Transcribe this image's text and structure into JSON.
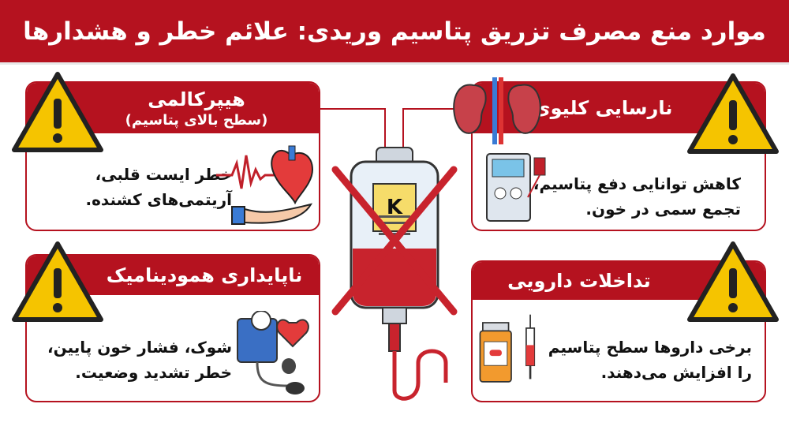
{
  "title": "موارد منع مصرف تزریق پتاسیم وریدی: علائم خطر و هشدارها",
  "cards": [
    {
      "title": "هیپرکالمی",
      "subtitle": "(سطح بالای پتاسیم)",
      "body_lines": [
        "خطر ایست قلبی،",
        "آریتمی‌های کشنده."
      ],
      "icon": "heart-ecg-hand-icon"
    },
    {
      "title": "نارسایی کلیوی",
      "body_lines": [
        "کاهش توانایی دفع پتاسیم،",
        "تجمع سمی در خون."
      ],
      "icon": "kidney-dialysis-icon"
    },
    {
      "title": "ناپایداری همودینامیک",
      "body_lines": [
        "شوک، فشار خون پایین،",
        "خطر تشدید وضعیت."
      ],
      "icon": "blood-pressure-cuff-icon"
    },
    {
      "title": "تداخلات دارویی",
      "body_lines": [
        "برخی داروها سطح پتاسیم",
        "را افزایش می‌دهند."
      ],
      "icon": "pill-bottle-syringe-icon"
    }
  ],
  "center": {
    "label": "K",
    "icon": "crossed-out-iv-bag-icon"
  },
  "colors": {
    "primary_red": "#b5121f",
    "warning_yellow": "#f5c400",
    "white": "#ffffff"
  }
}
